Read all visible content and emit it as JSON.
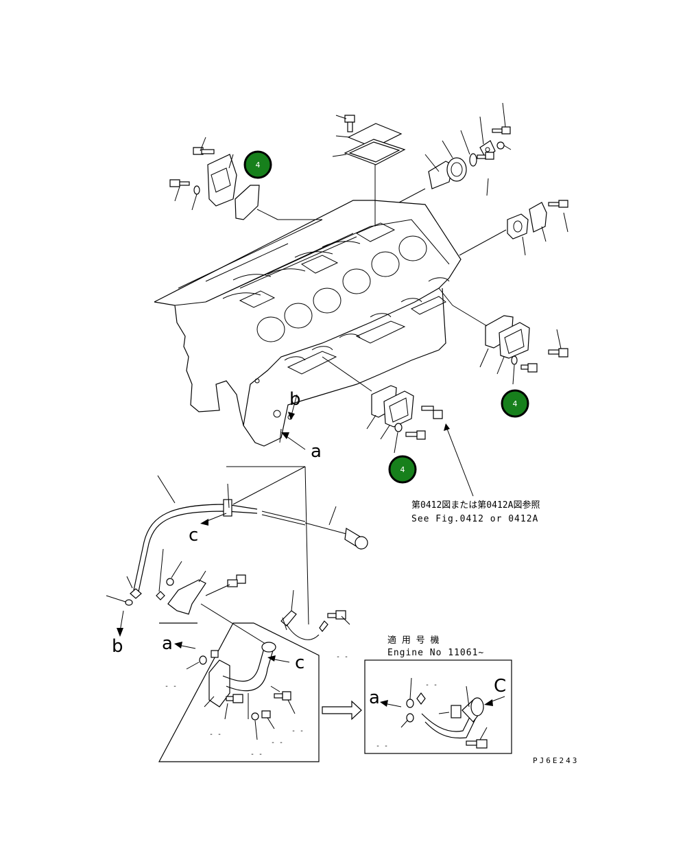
{
  "callouts": {
    "badge_text": "4",
    "badge_color": "#17801c",
    "view_a": "a",
    "view_b": "b",
    "view_c": "c",
    "view_c_upper": "C",
    "dash": "- -"
  },
  "reference": {
    "jp": "第0412図または第0412A図参照",
    "en": "See Fig.0412 or 0412A"
  },
  "applicability": {
    "jp": "適 用 号 機",
    "engine": "Engine No 11061~"
  },
  "drawing_code": "PJ6E243"
}
